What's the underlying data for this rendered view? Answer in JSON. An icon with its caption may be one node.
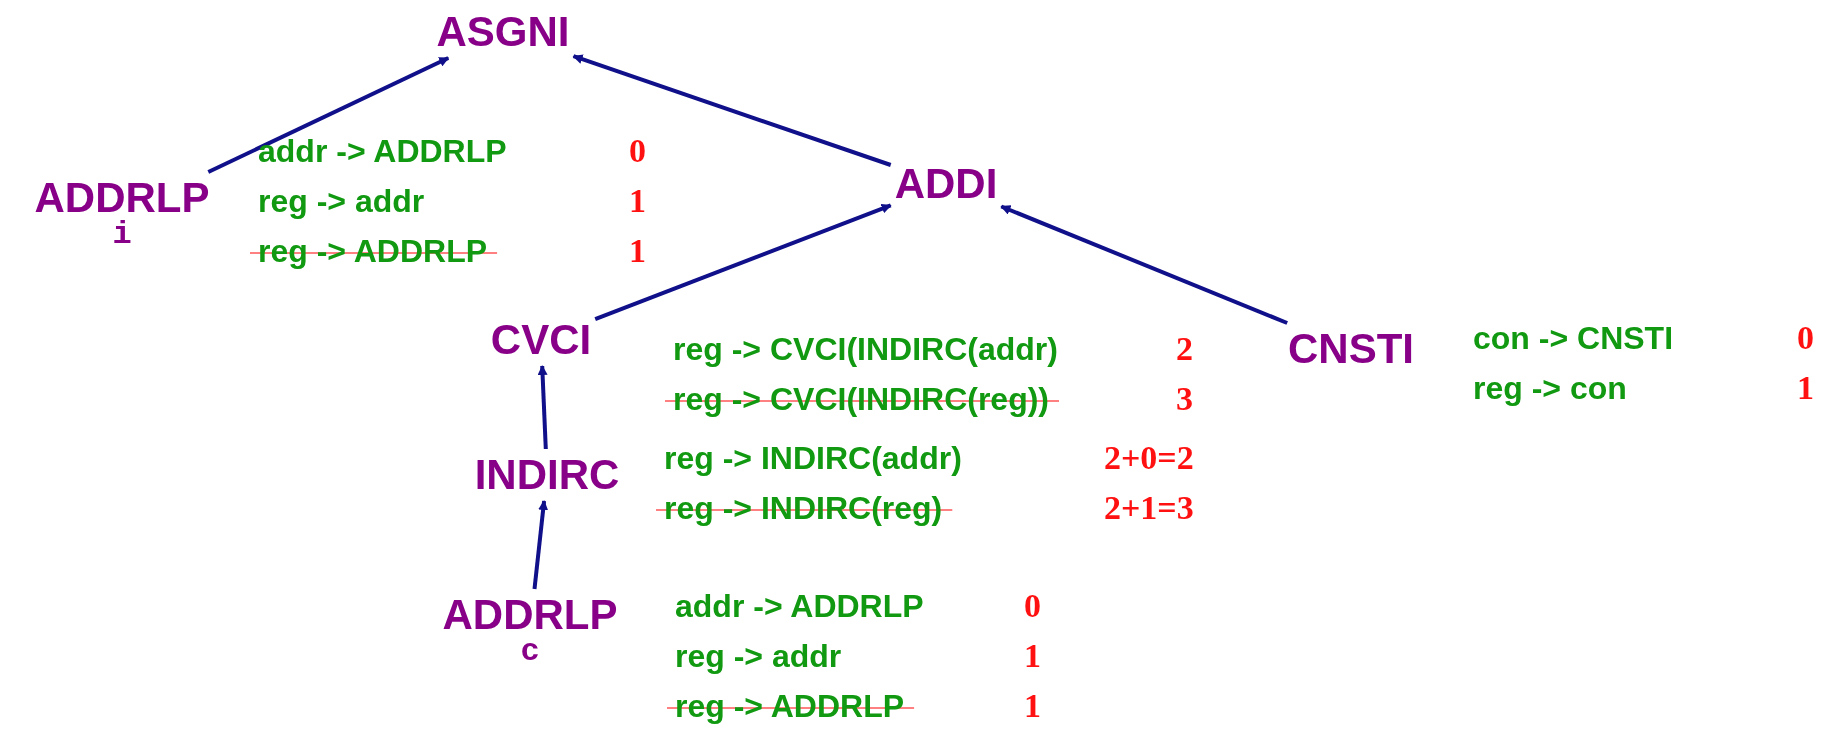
{
  "diagram": {
    "nodes": [
      {
        "text": [
          "ASGNI"
        ]
      },
      {
        "text": [
          "ADDRLP",
          "i"
        ],
        "beside": [
          "addr -> ADDRLP",
          "0",
          "reg -> addr",
          "1",
          "reg -> ADDRLP",
          "1"
        ]
      },
      {
        "text": [
          "ADDI"
        ]
      },
      {
        "text": [
          "CVCI"
        ],
        "beside": [
          "reg -> CVCI(INDIRC(addr)",
          "2",
          "reg -> CVCI(INDIRC(reg))",
          "3"
        ]
      },
      {
        "text": [
          "CNSTI"
        ],
        "beside": [
          "con -> CNSTI",
          "0",
          "reg -> con",
          "1"
        ]
      },
      {
        "text": [
          "INDIRC"
        ],
        "beside": [
          "reg -> INDIRC(addr)",
          "2+0=2",
          "reg -> INDIRC(reg)",
          "2+1=3"
        ]
      },
      {
        "text": [
          "ADDRLP",
          "c"
        ],
        "beside": [
          "addr -> ADDRLP",
          "0",
          "reg -> addr",
          "1",
          "reg -> ADDRLP",
          "1"
        ]
      }
    ],
    "edges": [
      {
        "from": 1,
        "to": 0,
        "arrow": "to"
      },
      {
        "from": 2,
        "to": 0,
        "arrow": "to"
      },
      {
        "from": 3,
        "to": 2,
        "arrow": "to"
      },
      {
        "from": 4,
        "to": 2,
        "arrow": "to"
      },
      {
        "from": 5,
        "to": 3,
        "arrow": "to"
      },
      {
        "from": 6,
        "to": 5,
        "arrow": "to"
      }
    ]
  }
}
